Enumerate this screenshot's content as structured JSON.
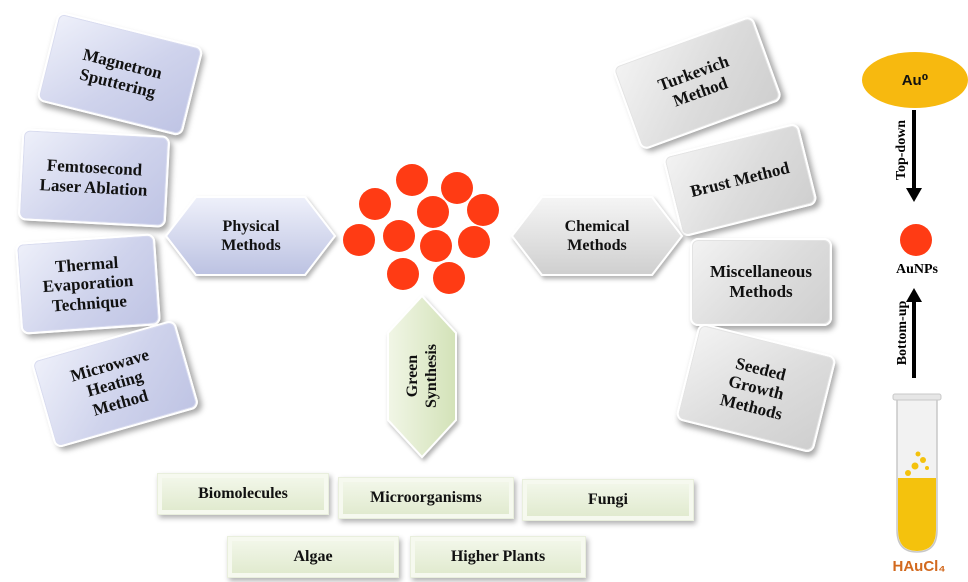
{
  "physical": {
    "title": "Physical Methods",
    "methods": [
      "Magnetron Sputtering",
      "Femtosecond Laser Ablation",
      "Thermal Evaporation Technique",
      "Microwave Heating Method"
    ]
  },
  "chemical": {
    "title": "Chemical Methods",
    "methods": [
      "Turkevich Method",
      "Brust Method",
      "Miscellaneous Methods",
      "Seeded Growth Methods"
    ]
  },
  "green": {
    "title": "Green Synthesis",
    "sources": [
      "Biomolecules",
      "Microorganisms",
      "Fungi",
      "Algae",
      "Higher Plants"
    ]
  },
  "process": {
    "top_label": "Au⁰",
    "top_down": "Top-down",
    "middle_label": "AuNPs",
    "bottom_up": "Bottom-up",
    "precursor": "HAuCl₄"
  },
  "colors": {
    "nanoparticle": "#ff3b14",
    "au_ellipse": "#f7b90f",
    "precursor_text": "#d2691e",
    "physical_tiles": "#cfd3ec",
    "chemical_tiles": "#dcdcdc",
    "green_tiles": "#dfe9cc"
  }
}
